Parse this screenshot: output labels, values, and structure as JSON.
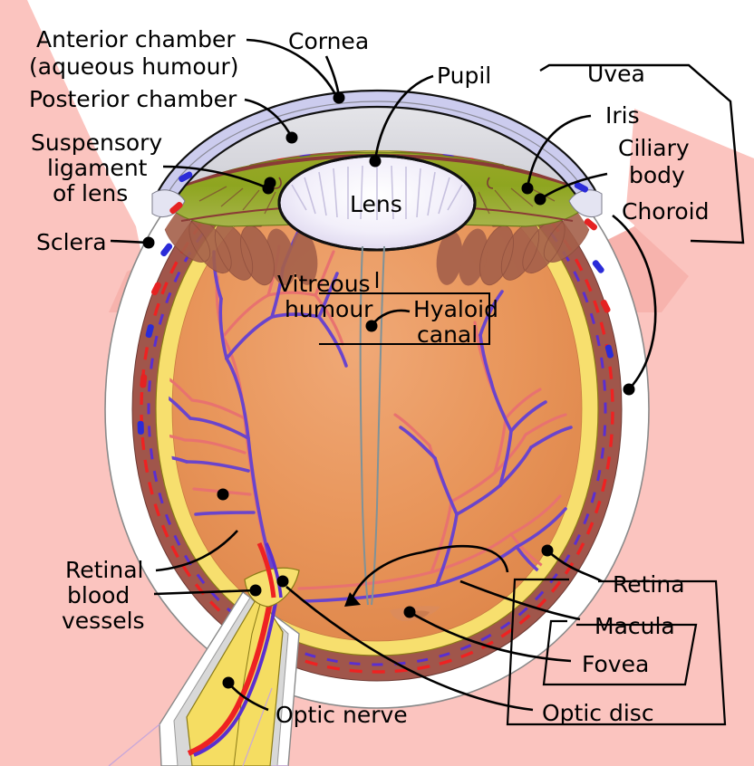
{
  "diagram": {
    "subject": "human-eye-cross-section",
    "background_color": "#fbc4bf",
    "text_color": "#000000"
  },
  "labels": {
    "anterior_chamber_l1": "Anterior chamber",
    "anterior_chamber_l2": "(aqueous humour)",
    "posterior_chamber": "Posterior chamber",
    "suspensory_l1": "Suspensory",
    "suspensory_l2": "ligament",
    "suspensory_l3": "of lens",
    "sclera": "Sclera",
    "cornea": "Cornea",
    "pupil": "Pupil",
    "uvea": "Uvea",
    "iris": "Iris",
    "ciliary_l1": "Ciliary",
    "ciliary_l2": "body",
    "choroid": "Choroid",
    "lens": "Lens",
    "vitreous_l1": "Vitreous",
    "vitreous_l2": "humour",
    "hyaloid_l1": "Hyaloid",
    "hyaloid_l2": "canal",
    "retinal_l1": "Retinal",
    "retinal_l2": "blood",
    "retinal_l3": "vessels",
    "optic_nerve": "Optic nerve",
    "retina": "Retina",
    "macula": "Macula",
    "fovea": "Fovea",
    "optic_disc": "Optic disc"
  },
  "colors": {
    "background_pink": "#fbc4bf",
    "sclera_white": "#ffffff",
    "sclera_edge": "#8a8a8a",
    "choroid_brown": "#a0564b",
    "retina_yellow": "#f7df6e",
    "vitreous_orange": "#e8975c",
    "iris_green": "#8fa825",
    "cornea_lavender": "#ccccee",
    "aqueous_grey": "#d9d9d9",
    "ciliary_dark_red": "#b04a46",
    "lens_white": "#f4f2fa",
    "optic_nerve_yellow": "#f5dd62",
    "artery_red": "#ee3333",
    "vein_purple": "#5a2fd0",
    "vessel_pink": "#e8726f",
    "vessel_blue": "#6a44cc"
  }
}
